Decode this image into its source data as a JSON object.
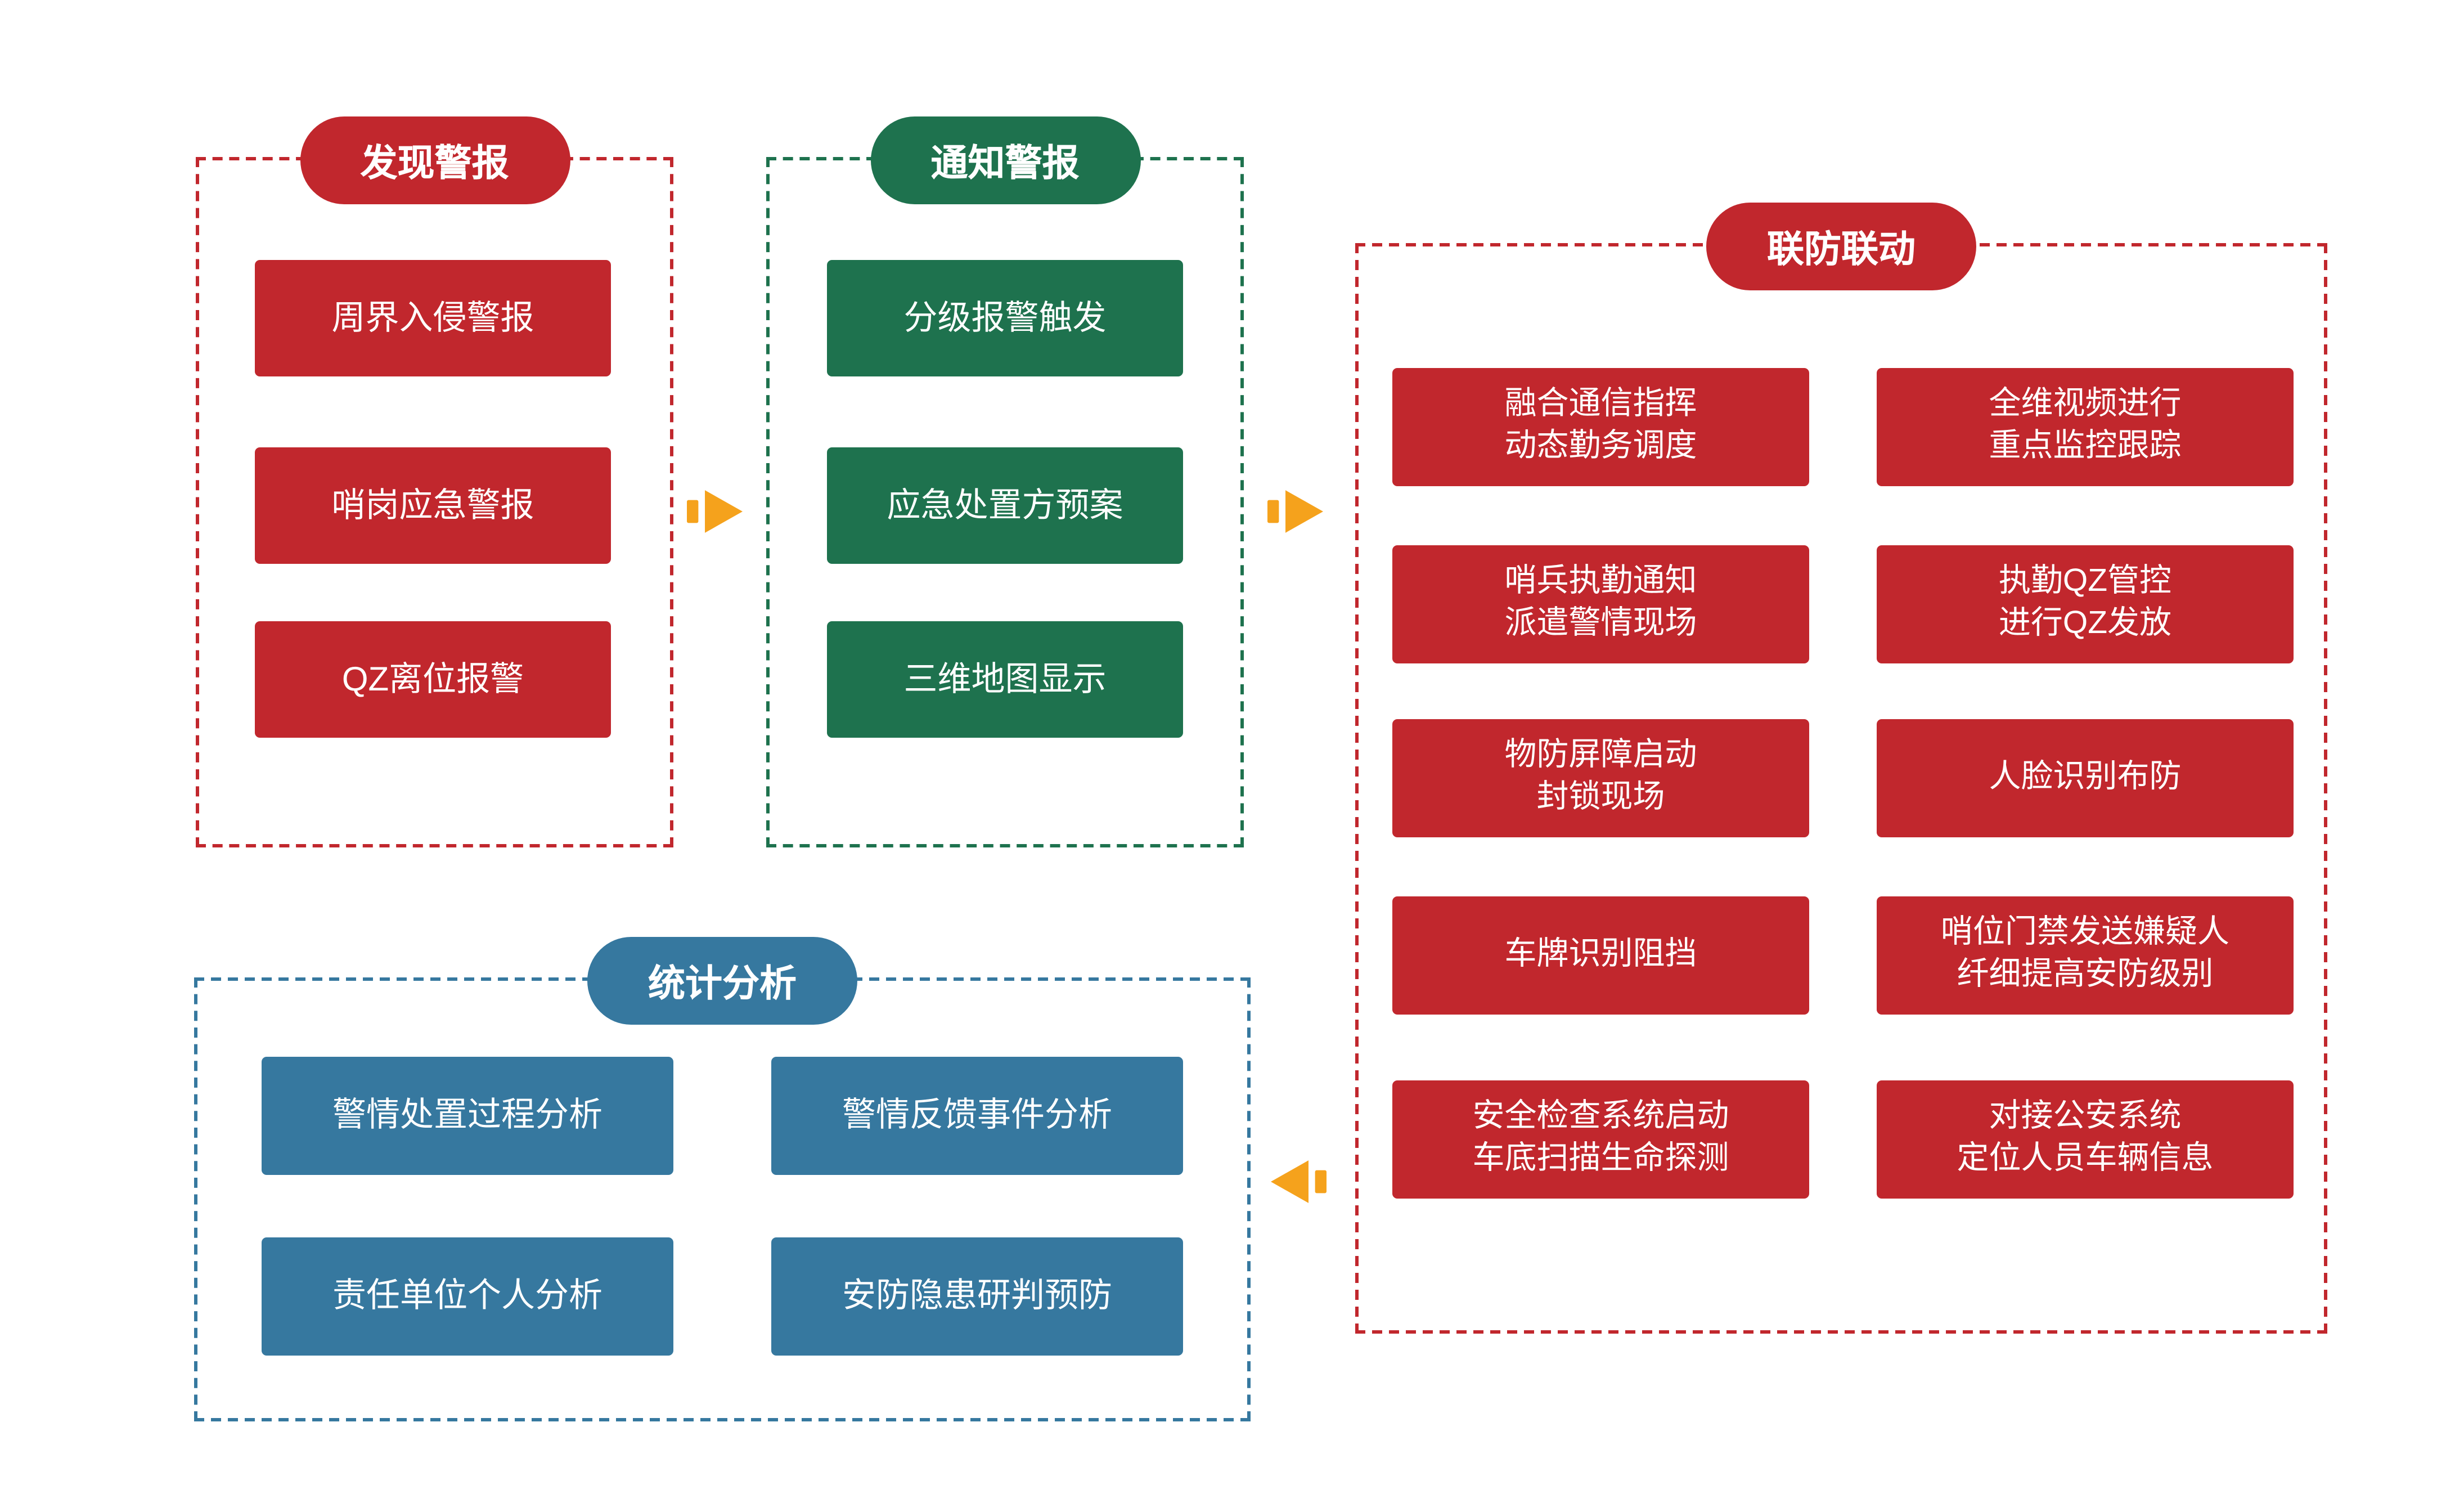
{
  "groups": [
    {
      "title": "发现警报",
      "items": [
        "周界入侵警报",
        "哨岗应急警报",
        "QZ离位报警"
      ]
    },
    {
      "title": "通知警报",
      "items": [
        "分级报警触发",
        "应急处置方预案",
        "三维地图显示"
      ]
    },
    {
      "title": "联防联动",
      "left_items": [
        "融合通信指挥\n动态勤务调度",
        "哨兵执勤通知\n派遣警情现场",
        "物防屏障启动\n封锁现场",
        "车牌识别阻挡",
        "安全检查系统启动\n车底扫描生命探测"
      ],
      "right_items": [
        "全维视频进行\n重点监控跟踪",
        "执勤QZ管控\n进行QZ发放",
        "人脸识别布防",
        "哨位门禁发送嫌疑人\n纤细提高安防级别",
        "对接公安系统\n定位人员车辆信息"
      ]
    },
    {
      "title": "统计分析",
      "items": [
        "警情处置过程分析",
        "警情反馈事件分析",
        "责任单位个人分析",
        "安防隐患研判预防"
      ]
    }
  ],
  "colors": {
    "red": "#c1272d",
    "green": "#1e724e",
    "blue": "#36789f",
    "arrow": "#f5a21c"
  }
}
